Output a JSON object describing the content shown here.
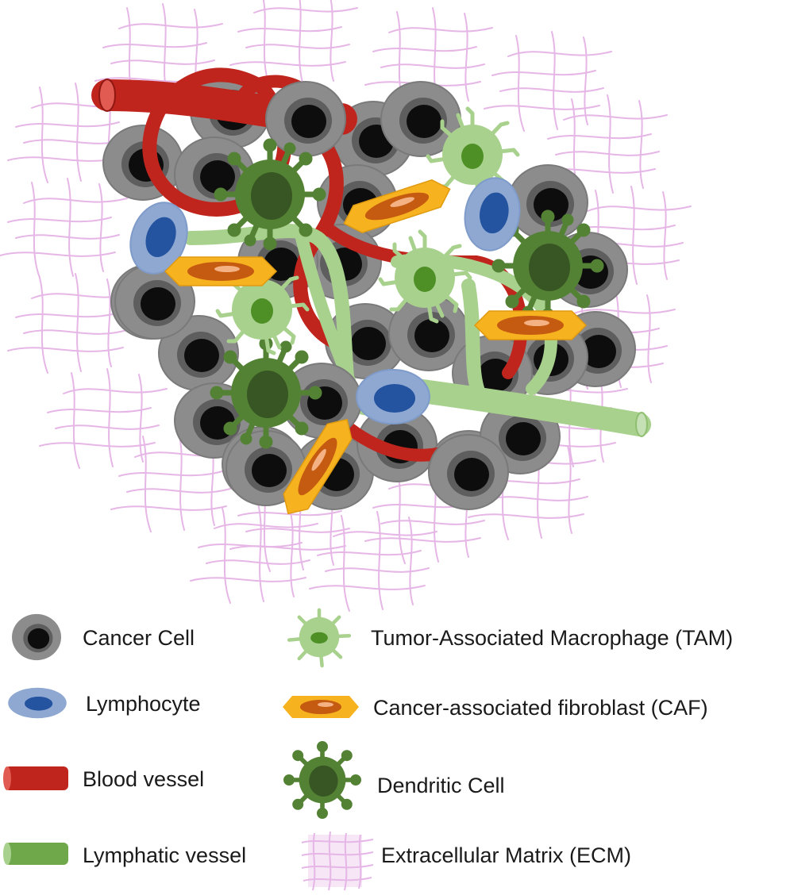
{
  "legend": {
    "left": [
      {
        "icon": "cancer-cell-icon",
        "label": "Cancer Cell"
      },
      {
        "icon": "lymphocyte-icon",
        "label": "Lymphocyte"
      },
      {
        "icon": "blood-vessel-icon",
        "label": "Blood vessel"
      },
      {
        "icon": "lymphatic-vessel-icon",
        "label": "Lymphatic vessel"
      }
    ],
    "right": [
      {
        "icon": "macrophage-icon",
        "label": "Tumor-Associated  Macrophage (TAM)"
      },
      {
        "icon": "fibroblast-icon",
        "label": "Cancer-associated fibroblast (CAF)"
      },
      {
        "icon": "dendritic-cell-icon",
        "label": "Dendritic Cell"
      },
      {
        "icon": "ecm-icon",
        "label": "Extracellular Matrix (ECM)"
      }
    ]
  },
  "colors": {
    "ecm": "#e6b6e6",
    "cancer_outer": "#8c8c8c",
    "cancer_mid": "#5e5e5e",
    "cancer_nucleus": "#0d0d0d",
    "lymphocyte_outer": "#8fa8d2",
    "lymphocyte_nucleus": "#2453a0",
    "blood_vessel": "#c0251d",
    "blood_vessel_dark": "#8f1712",
    "lymphatic_vessel": "#a9d18e",
    "lymphatic_legend": "#6fa84a",
    "tam_body": "#a9d18e",
    "tam_nucleus": "#4e8f26",
    "caf_body": "#f6b21f",
    "caf_nucleus": "#c55a11",
    "caf_highlight": "#f4b183",
    "dc_body": "#548235",
    "dc_nucleus": "#375623"
  }
}
